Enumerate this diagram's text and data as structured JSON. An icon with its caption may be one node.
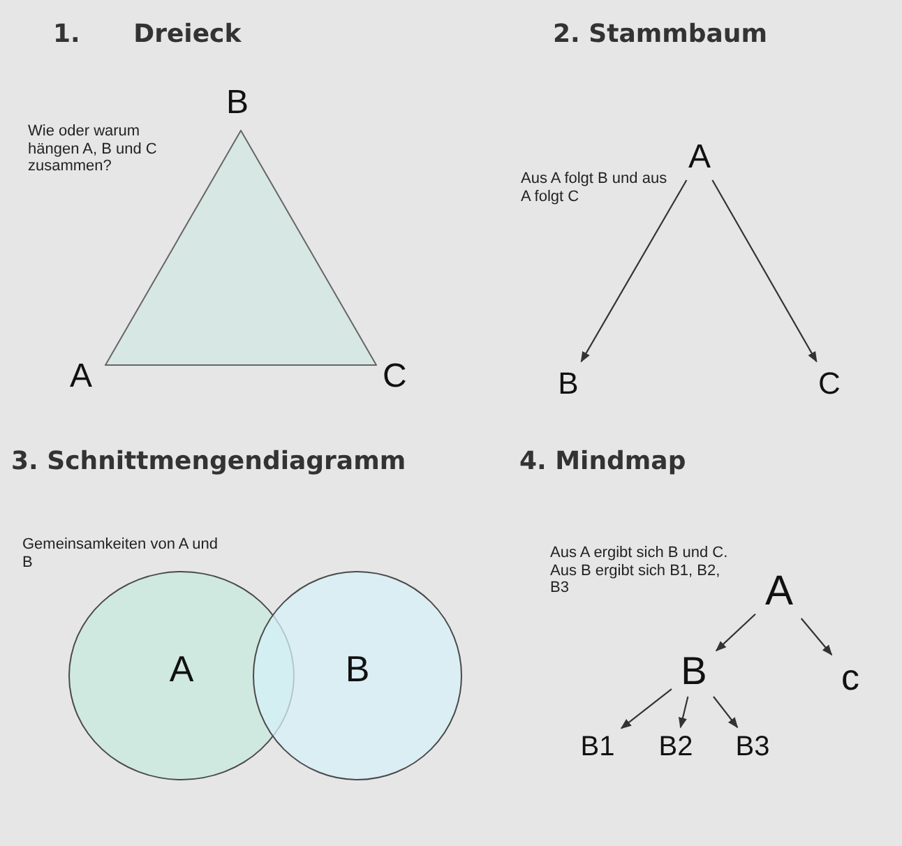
{
  "diagram": {
    "nodes": [
      {
        "text": [],
        "shape": "triangle",
        "beside": [
          "B",
          "A",
          "C"
        ]
      },
      {
        "text": [
          "A"
        ]
      },
      {
        "text": [
          "B"
        ]
      },
      {
        "text": [
          "C"
        ]
      },
      {
        "text": [
          "A"
        ]
      },
      {
        "text": [
          "B"
        ]
      },
      {
        "text": [
          "A"
        ]
      },
      {
        "text": [
          "B"
        ]
      },
      {
        "text": [
          "c"
        ]
      },
      {
        "text": [
          "B1"
        ]
      },
      {
        "text": [
          "B2"
        ]
      },
      {
        "text": [
          "B3"
        ]
      }
    ],
    "edges": [
      {
        "from": 1,
        "to": 2,
        "arrow": "to"
      },
      {
        "from": 1,
        "to": 3,
        "arrow": "to"
      },
      {
        "from": 6,
        "to": 7,
        "arrow": "to"
      },
      {
        "from": 6,
        "to": 8,
        "arrow": "to"
      },
      {
        "from": 7,
        "to": 9,
        "arrow": "to"
      },
      {
        "from": 7,
        "to": 10,
        "arrow": "to"
      },
      {
        "from": 7,
        "to": 11,
        "arrow": "to"
      }
    ],
    "labels": [
      "1. Dreieck",
      "Wie oder warum hängen A, B und C zusammen?",
      "2. Stammbaum",
      "Aus A folgt B und aus A folgt C",
      "3. Schnittmengendiagramm",
      "Gemeinsamkeiten von A und B",
      "4. Mindmap",
      "Aus A ergibt sich B und C. Aus B ergibt sich B1, B2, B3"
    ]
  }
}
